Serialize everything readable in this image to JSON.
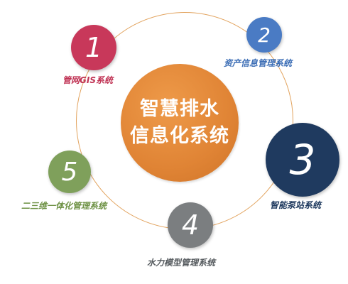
{
  "center": {
    "line1": "智慧排水",
    "line2": "信息化系统",
    "color": "#e08435"
  },
  "nodes": [
    {
      "number": "1",
      "label": "管网GIS系统",
      "color": "#c8385a"
    },
    {
      "number": "2",
      "label": "资产信息管理系统",
      "color": "#4a7bc4"
    },
    {
      "number": "3",
      "label": "智能泵站系统",
      "color": "#1f3a5f"
    },
    {
      "number": "4",
      "label": "水力模型管理系统",
      "color": "#7b7e80"
    },
    {
      "number": "5",
      "label": "二三维一体化管理系统",
      "color": "#7fa05b"
    }
  ],
  "ring_color": "#e2a35e"
}
